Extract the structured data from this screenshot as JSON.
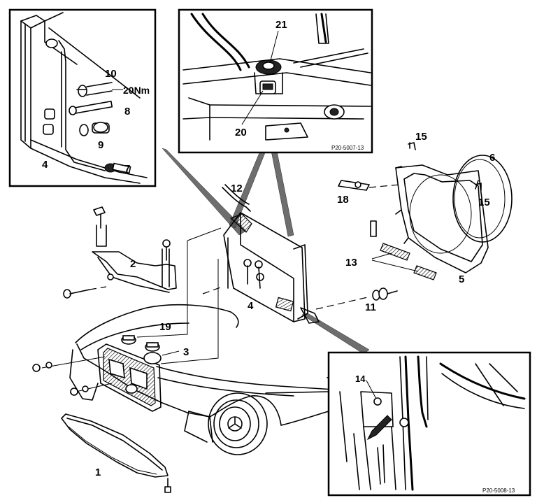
{
  "labels": {
    "l1": "1",
    "l2": "2",
    "l3": "3",
    "l4_inset": "4",
    "l4_main": "4",
    "l5": "5",
    "l6": "6",
    "l7": "7",
    "l8": "8",
    "l9": "9",
    "l10": "10",
    "l11": "11",
    "l12": "12",
    "l13": "13",
    "l14": "14",
    "l15_top": "15",
    "l15_shroud": "15",
    "l18": "18",
    "l19": "19",
    "l20": "20",
    "l21": "21",
    "torque": "20Nm"
  },
  "refs": {
    "top_inset": "P20-5007-13",
    "bottom_inset": "P20-5008-13"
  }
}
